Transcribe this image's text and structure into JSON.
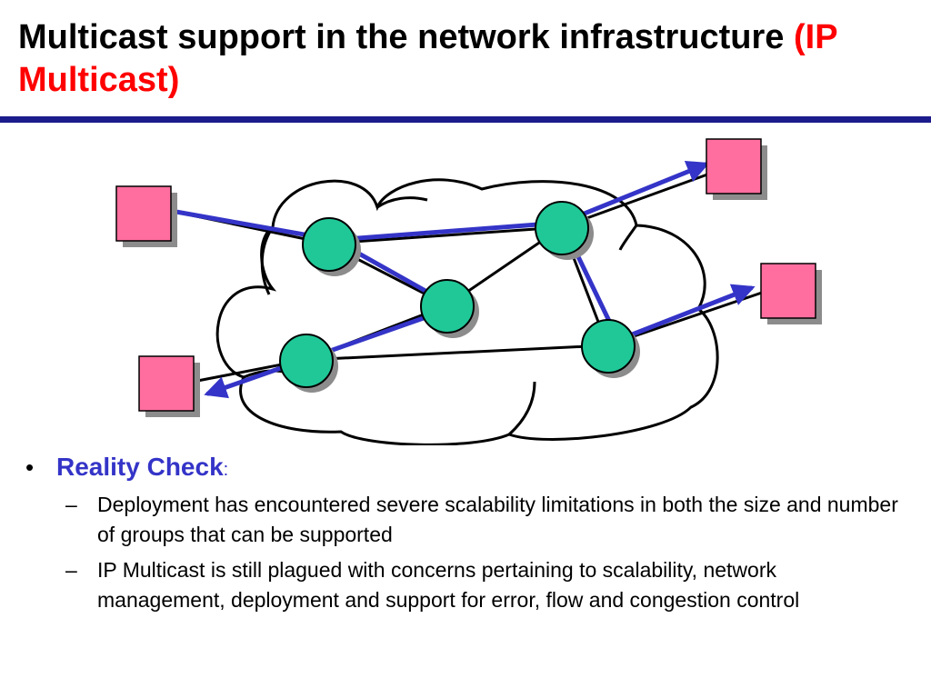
{
  "slide": {
    "title_main": "Multicast support in the network infrastructure",
    "title_accent": "(IP Multicast)",
    "bullet": {
      "heading": "Reality Check",
      "heading_suffix": ":",
      "marker": "•",
      "sub_marker": "–",
      "sub_items": [
        "Deployment has encountered severe scalability limitations in both the size and number of groups that can be supported",
        "IP Multicast is still plagued with concerns pertaining to scalability, network management, deployment and support for error, flow and congestion control"
      ]
    }
  },
  "colors": {
    "title_accent": "#ff0000",
    "heading": "#3434c8",
    "rule": "#1c1c8c",
    "router_fill": "#20c898",
    "host_fill": "#ff6e9e",
    "multicast_path": "#3434c8",
    "shadow": "#8c8c8c"
  },
  "diagram": {
    "cloud_label": "network-cloud",
    "router_count": 5,
    "host_count": 4
  }
}
